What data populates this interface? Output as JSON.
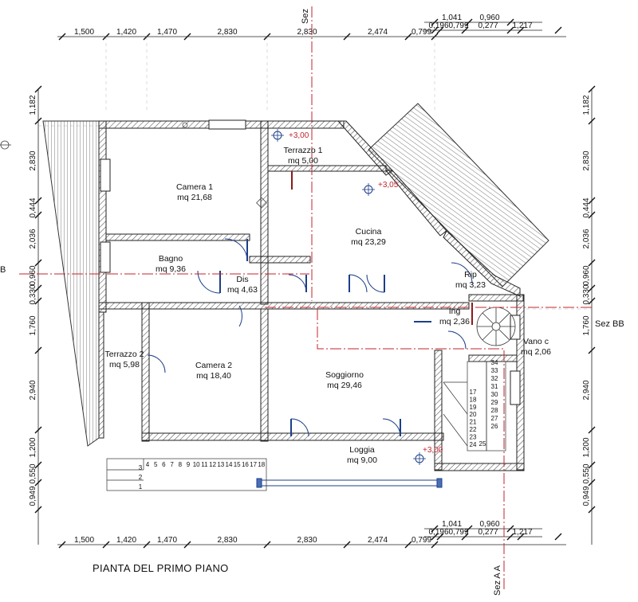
{
  "title": "PIANTA DEL PRIMO PIANO",
  "dims_top_main": [
    "1,500",
    "1,420",
    "1,470",
    "2,830",
    "2,830",
    "2,474",
    "0,799"
  ],
  "dims_top_upper": [
    "1,041",
    "0,960"
  ],
  "dims_top_lower": [
    "0,196",
    "0,799",
    "0,277",
    "1,217"
  ],
  "dims_bottom_main": [
    "1,500",
    "1,420",
    "1,470",
    "2,830",
    "2,830",
    "2,474",
    "0,799"
  ],
  "dims_bottom_upper": [
    "1,041",
    "0,960"
  ],
  "dims_bottom_lower": [
    "0,196",
    "0,799",
    "0,277",
    "1,217"
  ],
  "dims_left": [
    "1,182",
    "2,830",
    "0,444",
    "2,036",
    "0,960",
    "0,330",
    "1,760",
    "2,940",
    "1,200",
    "0,550",
    "0,949"
  ],
  "dims_right": [
    "1,182",
    "2,830",
    "0,444",
    "2,036",
    "0,960",
    "0,330",
    "1,760",
    "2,940",
    "1,200",
    "0,550",
    "0,949"
  ],
  "rooms": [
    {
      "name": "Camera 1",
      "area": "mq 21,68"
    },
    {
      "name": "Terrazzo 1",
      "area": "mq 5,00"
    },
    {
      "name": "Cucina",
      "area": "mq  23,29"
    },
    {
      "name": "Bagno",
      "area": "mq 9,36"
    },
    {
      "name": "Dis",
      "area": "mq 4,63"
    },
    {
      "name": "Rip",
      "area": "mq 3,23"
    },
    {
      "name": "Ing",
      "area": "mq 2,36"
    },
    {
      "name": "Vano c",
      "area": "mq 2,06"
    },
    {
      "name": "Terrazzo 2",
      "area": "mq 5,98"
    },
    {
      "name": "Camera 2",
      "area": "mq 18,40"
    },
    {
      "name": "Soggiorno",
      "area": "mq 29,46"
    },
    {
      "name": "Loggia",
      "area": "mq 9,00"
    }
  ],
  "levels": [
    "+3,00",
    "+3,05",
    "+3,00"
  ],
  "sections": {
    "top": "Sez",
    "right": "Sez BB",
    "left": "B",
    "bottom": "Sez A A"
  },
  "steps_left": [
    "1",
    "2",
    "3"
  ],
  "steps_run": [
    "4",
    "5",
    "6",
    "7",
    "8",
    "9",
    "10",
    "11",
    "12",
    "13",
    "14",
    "15",
    "16",
    "17",
    "18"
  ],
  "steps_right_a": [
    "17",
    "18",
    "19",
    "20",
    "21",
    "22",
    "23",
    "24"
  ],
  "steps_right_b": [
    "34",
    "33",
    "32",
    "31",
    "30",
    "29",
    "28",
    "27",
    "26"
  ],
  "steps_right_c": [
    "25"
  ]
}
